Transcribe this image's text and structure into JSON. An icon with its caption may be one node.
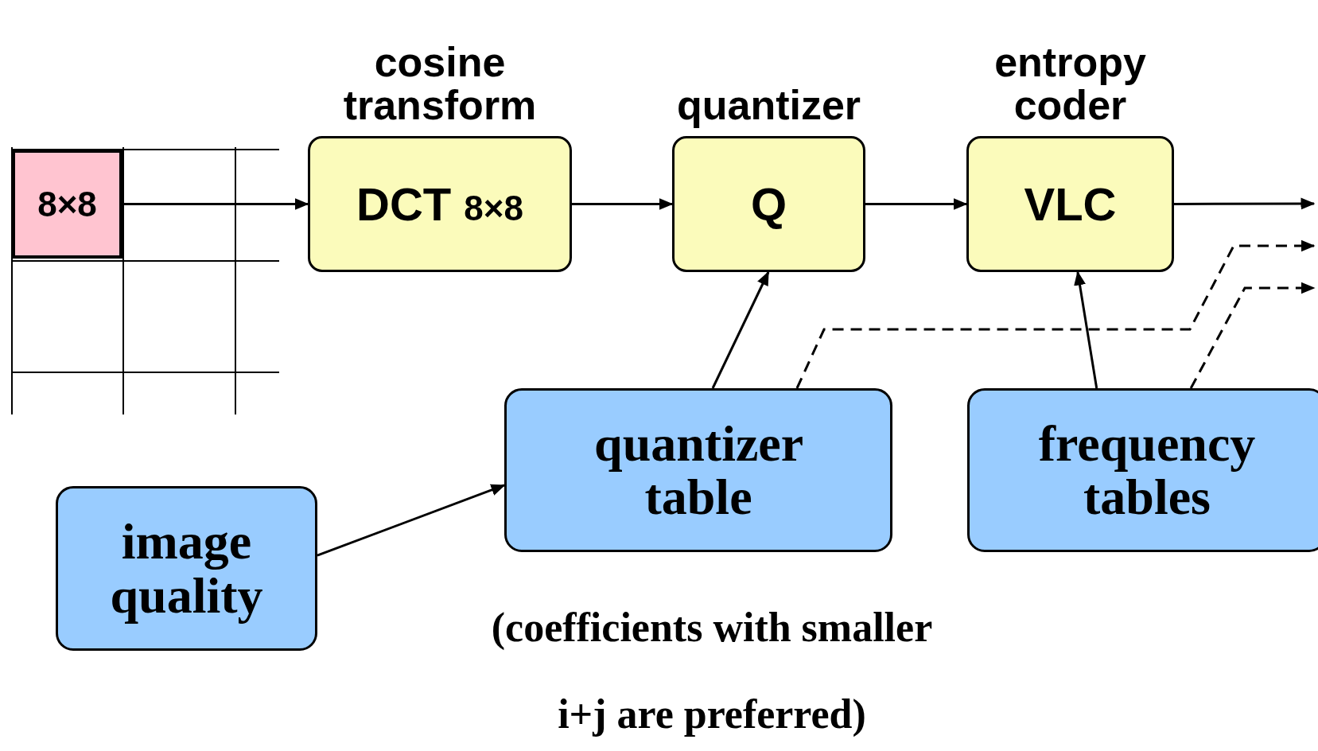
{
  "diagram": {
    "nodes": [
      {
        "text": [
          "8×8"
        ]
      },
      {
        "text": [
          "cosine transform",
          "DCT",
          "8×8"
        ]
      },
      {
        "text": [
          "quantizer",
          "Q"
        ]
      },
      {
        "text": [
          "entropy coder",
          "VLC"
        ]
      },
      {
        "text": [
          "quantizer table"
        ]
      },
      {
        "text": [
          "frequency tables"
        ]
      },
      {
        "text": [
          "image quality"
        ]
      }
    ],
    "edges": [
      {
        "from": 0,
        "to": 1,
        "arrow": "to"
      },
      {
        "from": 1,
        "to": 2,
        "arrow": "to"
      },
      {
        "from": 2,
        "to": 3,
        "arrow": "to"
      },
      {
        "from": 3,
        "to": null,
        "arrow": "to"
      },
      {
        "from": 4,
        "to": 2,
        "arrow": "to"
      },
      {
        "from": 4,
        "to": null,
        "arrow": "to",
        "style": "dashed"
      },
      {
        "from": 5,
        "to": 3,
        "arrow": "to"
      },
      {
        "from": 5,
        "to": null,
        "arrow": "to",
        "style": "dashed"
      },
      {
        "from": 6,
        "to": 4,
        "arrow": "to"
      }
    ],
    "labels": [
      "(coefficients with smaller",
      "i+j are preferred)"
    ]
  }
}
